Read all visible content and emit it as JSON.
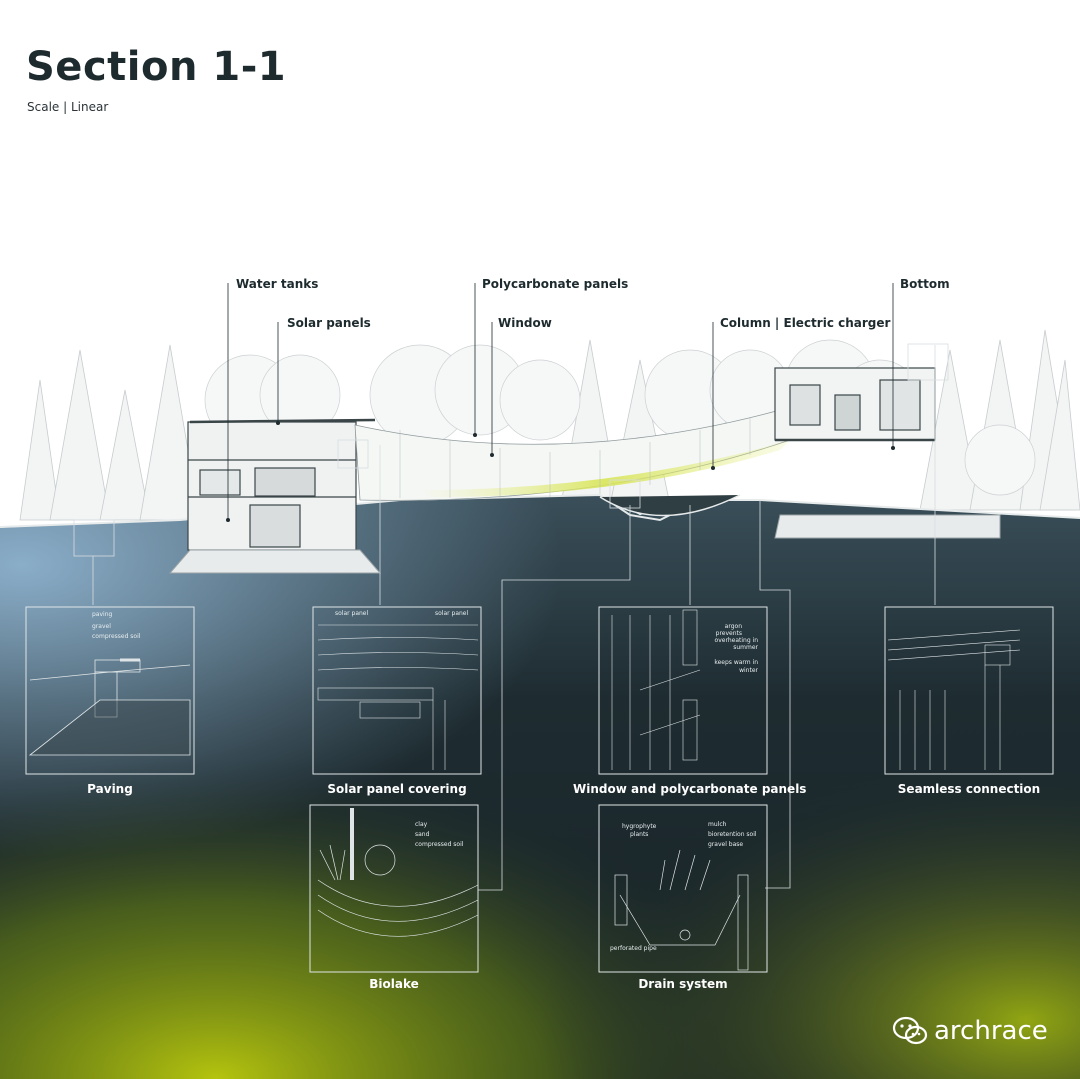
{
  "header": {
    "title": "Section 1-1",
    "subtitle": "Scale  |  Linear"
  },
  "callouts": {
    "water_tanks": "Water tanks",
    "solar_panels": "Solar panels",
    "polycarbonate_panels": "Polycarbonate panels",
    "window": "Window",
    "column_charger": "Column | Electric charger",
    "bottom": "Bottom"
  },
  "details": {
    "paving": {
      "caption": "Paving",
      "notes": [
        "paving",
        "gravel",
        "compressed soil"
      ]
    },
    "solar": {
      "caption": "Solar panel covering",
      "notes": [
        "solar panel",
        "solar panel"
      ]
    },
    "window": {
      "caption": "Window and polycarbonate panels",
      "notes": [
        "argon",
        "prevents",
        "overheating in",
        "summer",
        "keeps warm in",
        "winter"
      ]
    },
    "seamless": {
      "caption": "Seamless connection"
    },
    "biolake": {
      "caption": "Biolake",
      "notes": [
        "clay",
        "sand",
        "compressed soil"
      ]
    },
    "drain": {
      "caption": "Drain system",
      "notes": [
        "hygrophyte",
        "plants",
        "mulch",
        "bioretention soil",
        "gravel base",
        "perforated pipe"
      ]
    }
  },
  "brand": {
    "name": "archrace",
    "icon": "wechat-icon"
  },
  "colors": {
    "ink": "#1d2a2e",
    "ground_dark": "#1c2a2e",
    "ground_blue": "#6b8aa6",
    "accent_green": "#b8c414"
  }
}
